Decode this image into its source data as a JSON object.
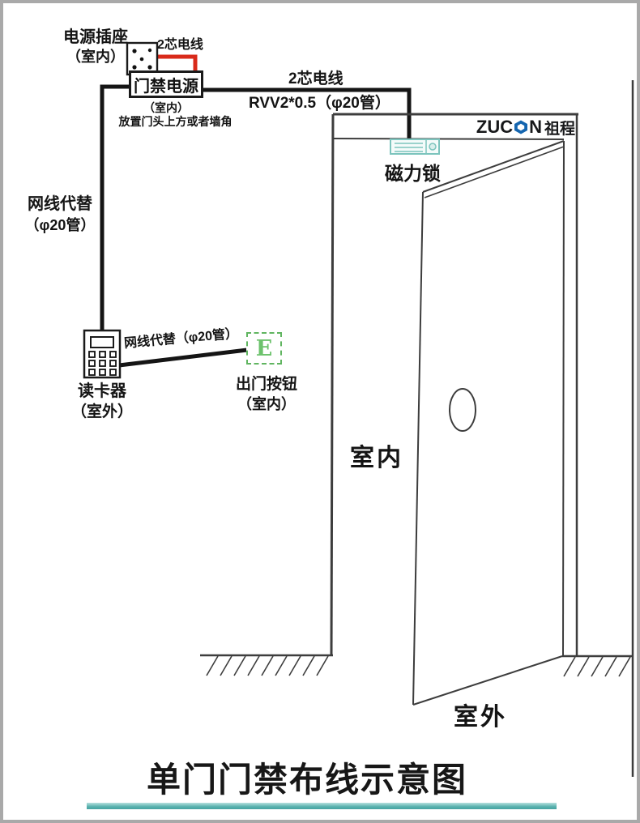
{
  "title": "单门门禁布线示意图",
  "logo": {
    "prefix": "ZUC",
    "suffix": "N",
    "cn": "祖程",
    "hexagon_icon": "blue-hexagon-o"
  },
  "nodes": {
    "power_socket": {
      "label": "电源插座",
      "location": "（室内）"
    },
    "psu": {
      "label": "门禁电源",
      "location": "（室内）",
      "note": "放置门头上方或者墙角"
    },
    "maglock": {
      "label": "磁力锁"
    },
    "reader": {
      "label": "读卡器",
      "location": "（室外）"
    },
    "exit_button": {
      "letter": "E",
      "label": "出门按钮",
      "location": "（室内）"
    }
  },
  "wires": {
    "socket_to_psu": {
      "label": "2芯电线"
    },
    "psu_to_maglock": {
      "label": "2芯电线",
      "spec": "RVV2*0.5（φ20管）"
    },
    "psu_to_reader": {
      "label": "网线代替",
      "spec": "（φ20管）"
    },
    "reader_to_exit": {
      "label": "网线代替（φ20管）"
    }
  },
  "zones": {
    "indoor": "室内",
    "outdoor": "室外"
  },
  "colors": {
    "wire_black": "#151515",
    "wire_red": "#d92a1a",
    "maglock_teal": "#7cc4bd",
    "exit_green": "#60b560",
    "logo_blue": "#1465af",
    "divider_teal": "#58b1ae"
  }
}
